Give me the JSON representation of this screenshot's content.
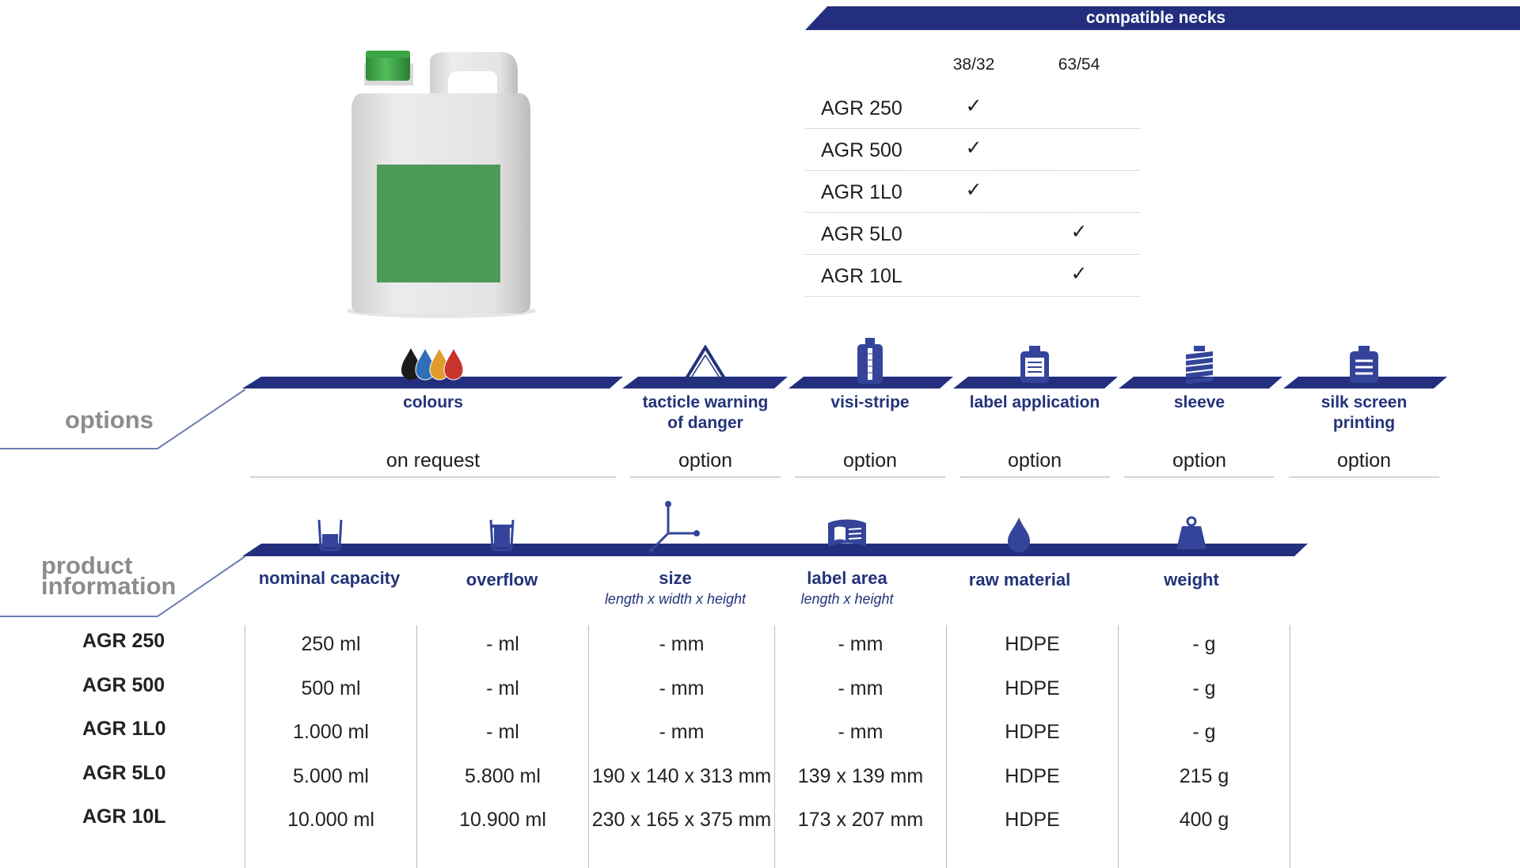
{
  "compatible_necks": {
    "title": "compatible necks",
    "columns": [
      "38/32",
      "63/54"
    ],
    "rows": [
      {
        "name": "AGR 250",
        "c1": "✓",
        "c2": ""
      },
      {
        "name": "AGR 500",
        "c1": "✓",
        "c2": ""
      },
      {
        "name": "AGR 1L0",
        "c1": "✓",
        "c2": ""
      },
      {
        "name": "AGR 5L0",
        "c1": "",
        "c2": "✓"
      },
      {
        "name": "AGR 10L",
        "c1": "",
        "c2": "✓"
      }
    ]
  },
  "options": {
    "label": "options",
    "items": [
      {
        "title": "colours",
        "value": "on request",
        "icon": "ink-drops-icon"
      },
      {
        "title": "tacticle warning\nof danger",
        "value": "option",
        "icon": "warning-triangle-icon"
      },
      {
        "title": "visi-stripe",
        "value": "option",
        "icon": "visi-stripe-bottle-icon"
      },
      {
        "title": "label application",
        "value": "option",
        "icon": "label-bottle-icon"
      },
      {
        "title": "sleeve",
        "value": "option",
        "icon": "sleeve-bottle-icon"
      },
      {
        "title": "silk screen\nprinting",
        "value": "option",
        "icon": "silk-screen-bottle-icon"
      }
    ]
  },
  "product_information": {
    "label_line1": "product",
    "label_line2": "information",
    "columns": [
      {
        "title": "nominal capacity",
        "sub": "",
        "icon": "beaker-icon"
      },
      {
        "title": "overflow",
        "sub": "",
        "icon": "full-beaker-icon"
      },
      {
        "title": "size",
        "sub": "length x width x height",
        "icon": "axes-icon"
      },
      {
        "title": "label area",
        "sub": "length x height",
        "icon": "label-area-icon"
      },
      {
        "title": "raw material",
        "sub": "",
        "icon": "drop-icon"
      },
      {
        "title": "weight",
        "sub": "",
        "icon": "weight-icon"
      }
    ],
    "rows": [
      {
        "name": "AGR 250",
        "values": [
          "250 ml",
          "- ml",
          "- mm",
          "- mm",
          "HDPE",
          "- g"
        ]
      },
      {
        "name": "AGR 500",
        "values": [
          "500 ml",
          "- ml",
          "- mm",
          "- mm",
          "HDPE",
          "- g"
        ]
      },
      {
        "name": "AGR 1L0",
        "values": [
          "1.000 ml",
          "- ml",
          "- mm",
          "- mm",
          "HDPE",
          "- g"
        ]
      },
      {
        "name": "AGR 5L0",
        "values": [
          "5.000 ml",
          "5.800 ml",
          "190 x 140 x 313 mm",
          "139 x 139 mm",
          "HDPE",
          "215 g"
        ]
      },
      {
        "name": "AGR 10L",
        "values": [
          "10.000 ml",
          "10.900 ml",
          "230 x 165 x 375 mm",
          "173 x 207 mm",
          "HDPE",
          "400 g"
        ]
      }
    ]
  },
  "colors": {
    "navy": "#232f7e",
    "green": "#4e9a57",
    "cap_green": "#3ea548",
    "grey_text": "#8c8c8c"
  }
}
